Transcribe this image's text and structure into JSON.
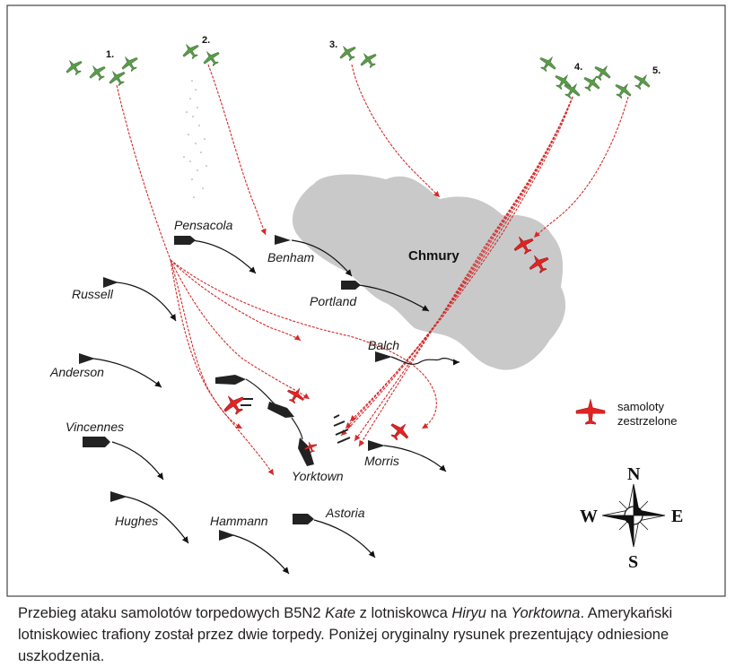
{
  "group_labels": [
    "1.",
    "2.",
    "3.",
    "4.",
    "5."
  ],
  "cloud_label": "Chmury",
  "ships": {
    "pensacola": "Pensacola",
    "benham": "Benham",
    "portland": "Portland",
    "russell": "Russell",
    "balch": "Balch",
    "anderson": "Anderson",
    "vincennes": "Vincennes",
    "yorktown": "Yorktown",
    "morris": "Morris",
    "hughes": "Hughes",
    "hammann": "Hammann",
    "astoria": "Astoria"
  },
  "legend": {
    "line1": "samoloty",
    "line2": "zestrzelone"
  },
  "compass": {
    "n": "N",
    "s": "S",
    "w": "W",
    "e": "E"
  },
  "caption": {
    "p1": "Przebieg ataku samolotów torpedowych B5N2 ",
    "kate": "Kate",
    "p2": " z lotniskowca ",
    "hiryu": "Hiryu",
    "p3": " na ",
    "yorktowna": "Yorktowna",
    "p4": ". Amerykański lotniskowiec trafiony został przez dwie torpedy. Poniżej oryginalny rysunek prezentujący odniesione uszkodzenia."
  },
  "colors": {
    "attack_path": "#d42a2a",
    "shot_down": "#e02424",
    "plane_green": "#5a9a4a",
    "cloud": "#c9c9c9",
    "ship": "#222222"
  }
}
